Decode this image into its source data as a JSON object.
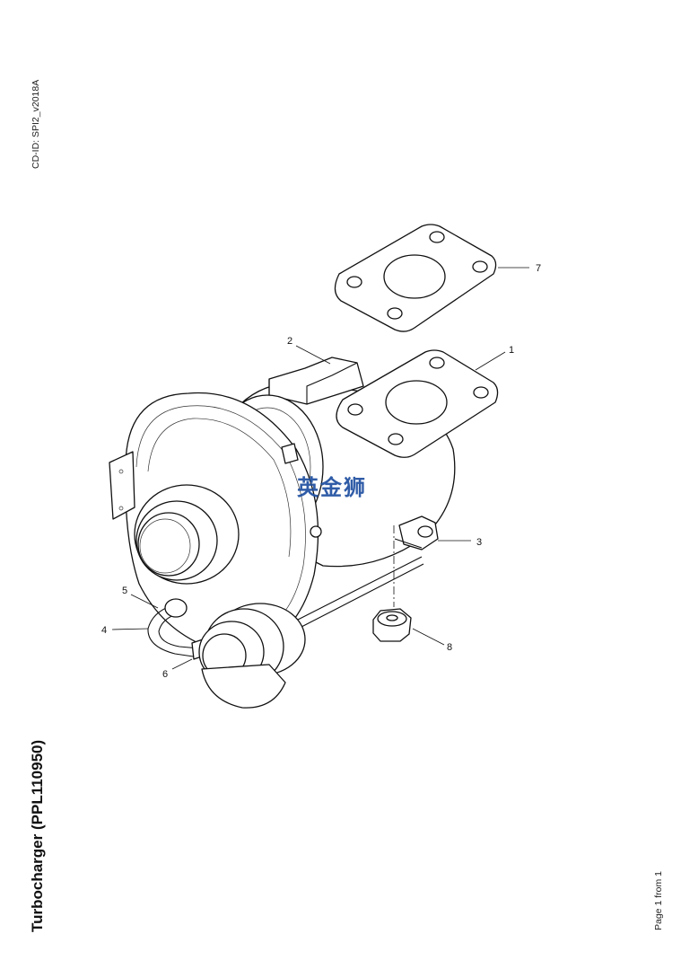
{
  "doc_id": "CD-ID: SPI2_v2018A",
  "title": "Turbocharger (PPL110950)",
  "page_indicator": "Page 1 from 1",
  "watermark": "英金狮",
  "callouts": [
    {
      "id": "1",
      "label": "1",
      "part": "turbocharger"
    },
    {
      "id": "2",
      "label": "2",
      "part": "actuator"
    },
    {
      "id": "3",
      "label": "3",
      "part": "bracket"
    },
    {
      "id": "4",
      "label": "4",
      "part": "pipe"
    },
    {
      "id": "5",
      "label": "5",
      "part": "clip"
    },
    {
      "id": "6",
      "label": "6",
      "part": "clip"
    },
    {
      "id": "7",
      "label": "7",
      "part": "gasket"
    },
    {
      "id": "8",
      "label": "8",
      "part": "nut"
    }
  ],
  "colors": {
    "ink": "#111111",
    "watermark": "#1f4fa0",
    "background": "#ffffff"
  }
}
